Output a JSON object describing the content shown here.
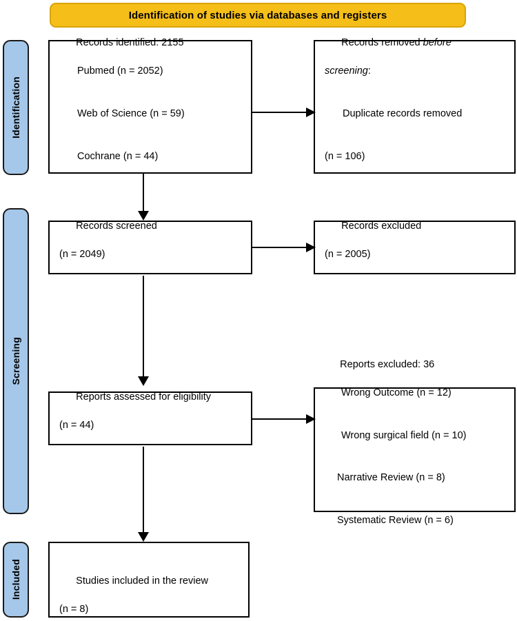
{
  "diagram": {
    "type": "prisma-flow-diagram",
    "banner": {
      "label": "Identification of studies via databases and registers"
    },
    "phases": [
      {
        "label": "Identification"
      },
      {
        "label": "Screening"
      },
      {
        "label": "Included"
      }
    ],
    "boxes": {
      "records_identified": {
        "line1": "Records identified: 2155",
        "line2": "Pubmed (n = 2052)",
        "line3": "Web of Science (n = 59)",
        "line4": "Cochrane (n = 44)"
      },
      "records_removed": {
        "line1_a": "Records removed ",
        "line1_em": "before",
        "line2_em": "screening",
        "line2_b": ":",
        "line3": "Duplicate records removed",
        "line4": "(n = 106)"
      },
      "records_screened": {
        "line1": "Records screened",
        "line2": "(n = 2049)"
      },
      "records_excluded": {
        "line1": "Records excluded",
        "line2": "(n = 2005)"
      },
      "reports_assessed": {
        "line1": "Reports assessed for eligibility",
        "line2": "(n = 44)"
      },
      "reports_excluded": {
        "line1": "Reports excluded: 36",
        "line2": "Wrong Outcome (n = 12)",
        "line3": "Wrong surgical field (n = 10)",
        "line4": "Narrative Review (n = 8)",
        "line5": "Systematic Review (n = 6)"
      },
      "studies_included": {
        "line1": "Studies included in the review",
        "line2": "(n = 8)"
      }
    },
    "colors": {
      "banner_fill": "#F5BE18",
      "banner_border": "#D9A400",
      "phase_bar_fill": "#A5C7E9",
      "phase_bar_border": "#1a1a1a",
      "box_border": "#000000",
      "box_fill": "#ffffff",
      "text": "#000000"
    }
  }
}
